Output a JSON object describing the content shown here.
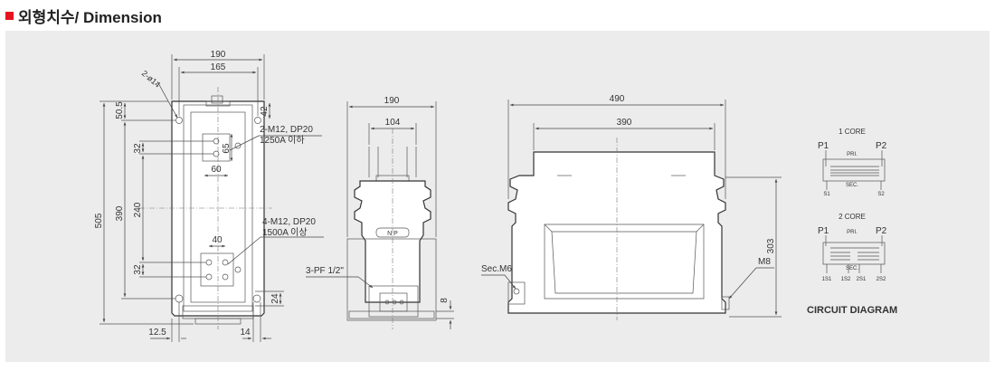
{
  "header": {
    "title": "외형치수/ Dimension",
    "square_color": "#e6141e"
  },
  "front_view": {
    "dim_width_outer": "190",
    "dim_width_inner": "165",
    "hole_note": "2-ø14",
    "dim_top_offset": "50.5",
    "dim_side": "42",
    "dim_32_upper": "32",
    "dim_65": "65",
    "dim_60": "60",
    "terminal_note_1": "2-M12, DP20",
    "terminal_note_1b": "1250A 이하",
    "dim_height_total": "505",
    "dim_390": "390",
    "dim_240": "240",
    "dim_40": "40",
    "terminal_note_2": "4-M12, DP20",
    "terminal_note_2b": "1500A 이상",
    "dim_32_lower": "32",
    "dim_24": "24",
    "dim_12_5": "12.5",
    "dim_14": "14"
  },
  "side_view": {
    "dim_190": "190",
    "dim_104": "104",
    "np_label": "N P",
    "conduit_note": "3-PF 1/2\"",
    "dim_8": "8"
  },
  "rear_view": {
    "dim_490": "490",
    "dim_390": "390",
    "sec_note": "Sec.M6",
    "m8_note": "M8",
    "dim_303": "303"
  },
  "circuit": {
    "core1_title": "1 CORE",
    "core1_p1": "P1",
    "core1_p2": "P2",
    "core1_pri": "PRI.",
    "core1_sec": "SEC.",
    "core1_s1": "S1",
    "core1_s2": "S2",
    "core2_title": "2 CORE",
    "core2_p1": "P1",
    "core2_p2": "P2",
    "core2_pri": "PRI.",
    "core2_sec": "SEC.",
    "core2_1s1": "1S1",
    "core2_1s2": "1S2",
    "core2_2s1": "2S1",
    "core2_2s2": "2S2",
    "caption": "CIRCUIT DIAGRAM"
  }
}
